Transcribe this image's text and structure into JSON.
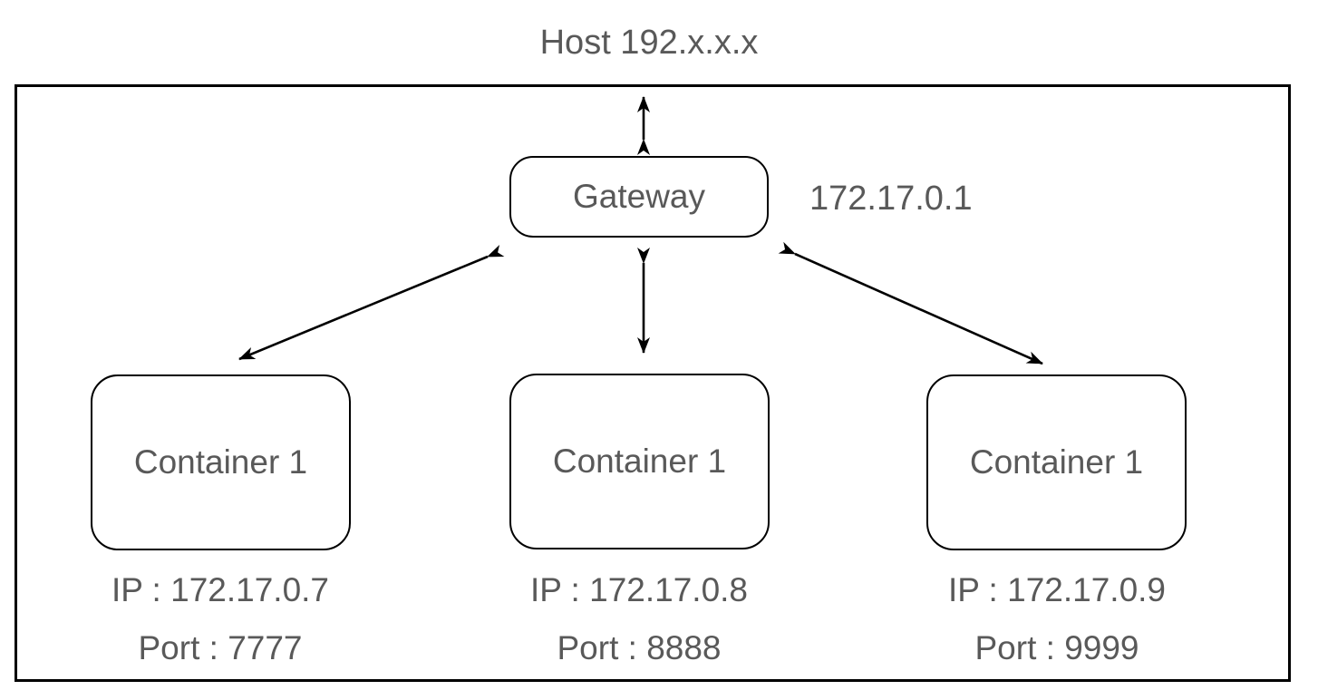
{
  "diagram": {
    "title": "Host 192.x.x.x",
    "gateway": {
      "label": "Gateway",
      "ip": "172.17.0.1"
    },
    "containers": [
      {
        "label": "Container 1",
        "ip_label": "IP : 172.17.0.7",
        "port_label": "Port : 7777"
      },
      {
        "label": "Container 1",
        "ip_label": "IP : 172.17.0.8",
        "port_label": "Port : 8888"
      },
      {
        "label": "Container 1",
        "ip_label": "IP : 172.17.0.9",
        "port_label": "Port : 9999"
      }
    ],
    "colors": {
      "text": "#595959",
      "line": "#000000",
      "background": "#ffffff"
    }
  }
}
